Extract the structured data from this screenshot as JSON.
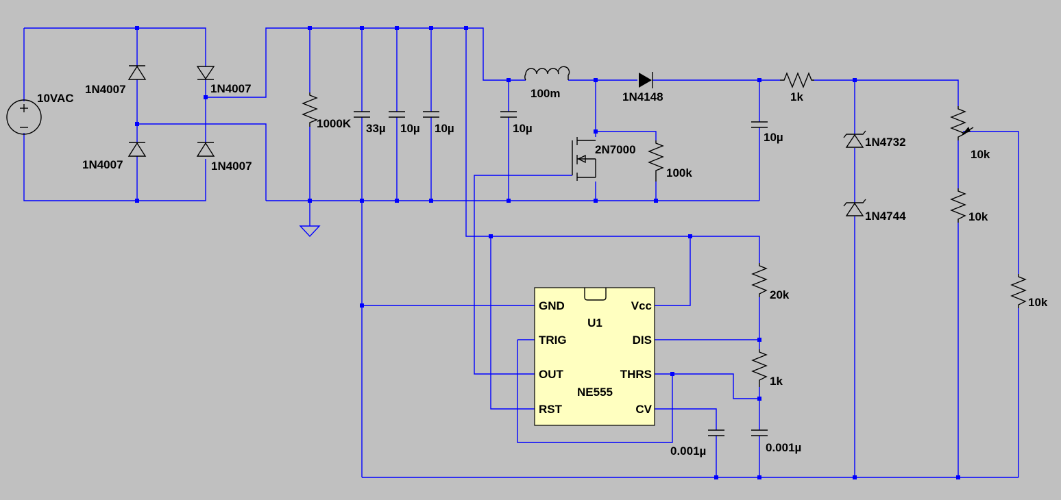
{
  "source": {
    "label": "10VAC"
  },
  "bridge": {
    "d1": "1N4007",
    "d2": "1N4007",
    "d3": "1N4007",
    "d4": "1N4007"
  },
  "filter": {
    "r_bleed": "1000K",
    "c1": "33µ",
    "c2": "10µ",
    "c3": "10µ"
  },
  "boost": {
    "c_in": "10µ",
    "inductor": "100m",
    "diode": "1N4148",
    "mosfet": "2N7000",
    "r_gate": "100k",
    "c_out": "10µ",
    "r_series": "1k"
  },
  "reference": {
    "zener1": "1N4732",
    "zener2": "1N4744"
  },
  "divider": {
    "pot": "10k",
    "r2": "10k",
    "r3": "10k"
  },
  "timer": {
    "ref": "U1",
    "part": "NE555",
    "r_a": "20k",
    "r_b": "1k",
    "c_cv": "0.001µ",
    "c_t": "0.001µ",
    "pins": {
      "gnd": "GND",
      "trig": "TRIG",
      "out": "OUT",
      "rst": "RST",
      "vcc": "Vcc",
      "dis": "DIS",
      "thrs": "THRS",
      "cv": "CV"
    }
  },
  "colors": {
    "background": "#c0c0c0",
    "wire": "#0000ff",
    "component": "#000000",
    "chip_fill": "#ffffc0"
  }
}
